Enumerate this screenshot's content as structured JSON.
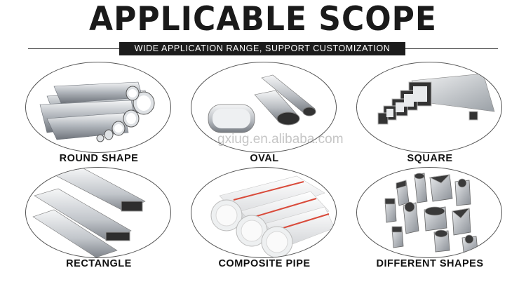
{
  "header": {
    "title": "APPLICABLE SCOPE",
    "subtitle": "WIDE APPLICATION RANGE, SUPPORT CUSTOMIZATION"
  },
  "watermark": "gxiug.en.alibaba.com",
  "items": [
    {
      "label": "ROUND SHAPE"
    },
    {
      "label": "OVAL"
    },
    {
      "label": "SQUARE"
    },
    {
      "label": "RECTANGLE"
    },
    {
      "label": "COMPOSITE PIPE"
    },
    {
      "label": "DIFFERENT SHAPES"
    }
  ],
  "colors": {
    "text": "#111111",
    "bar": "#1c1c1c",
    "steel_light": "#e6e8ea",
    "steel_dark": "#7b8088",
    "stripe_red": "#d94a3a"
  },
  "icons": [
    "round-pipes-image",
    "oval-pipes-image",
    "square-pipes-image",
    "rectangle-pipes-image",
    "composite-pipes-image",
    "shaped-pipes-image"
  ]
}
